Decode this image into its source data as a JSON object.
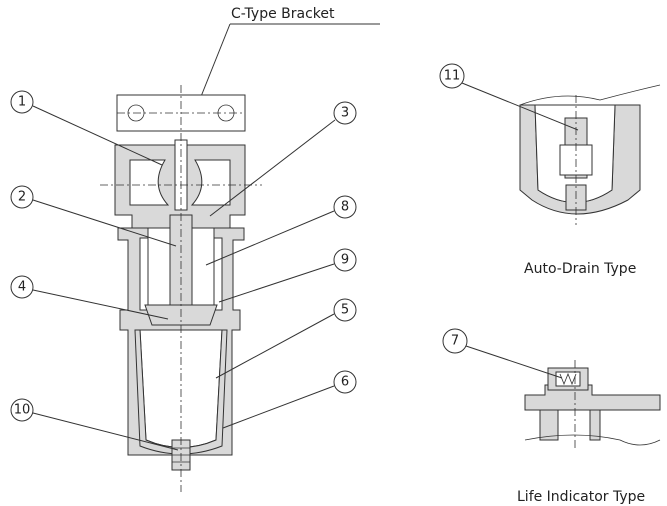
{
  "bracket_label": "C-Type Bracket",
  "auto_drain_label": "Auto-Drain Type",
  "life_indicator_label": "Life Indicator Type",
  "callouts": [
    "1",
    "2",
    "3",
    "4",
    "5",
    "6",
    "7",
    "8",
    "9",
    "10",
    "11"
  ]
}
